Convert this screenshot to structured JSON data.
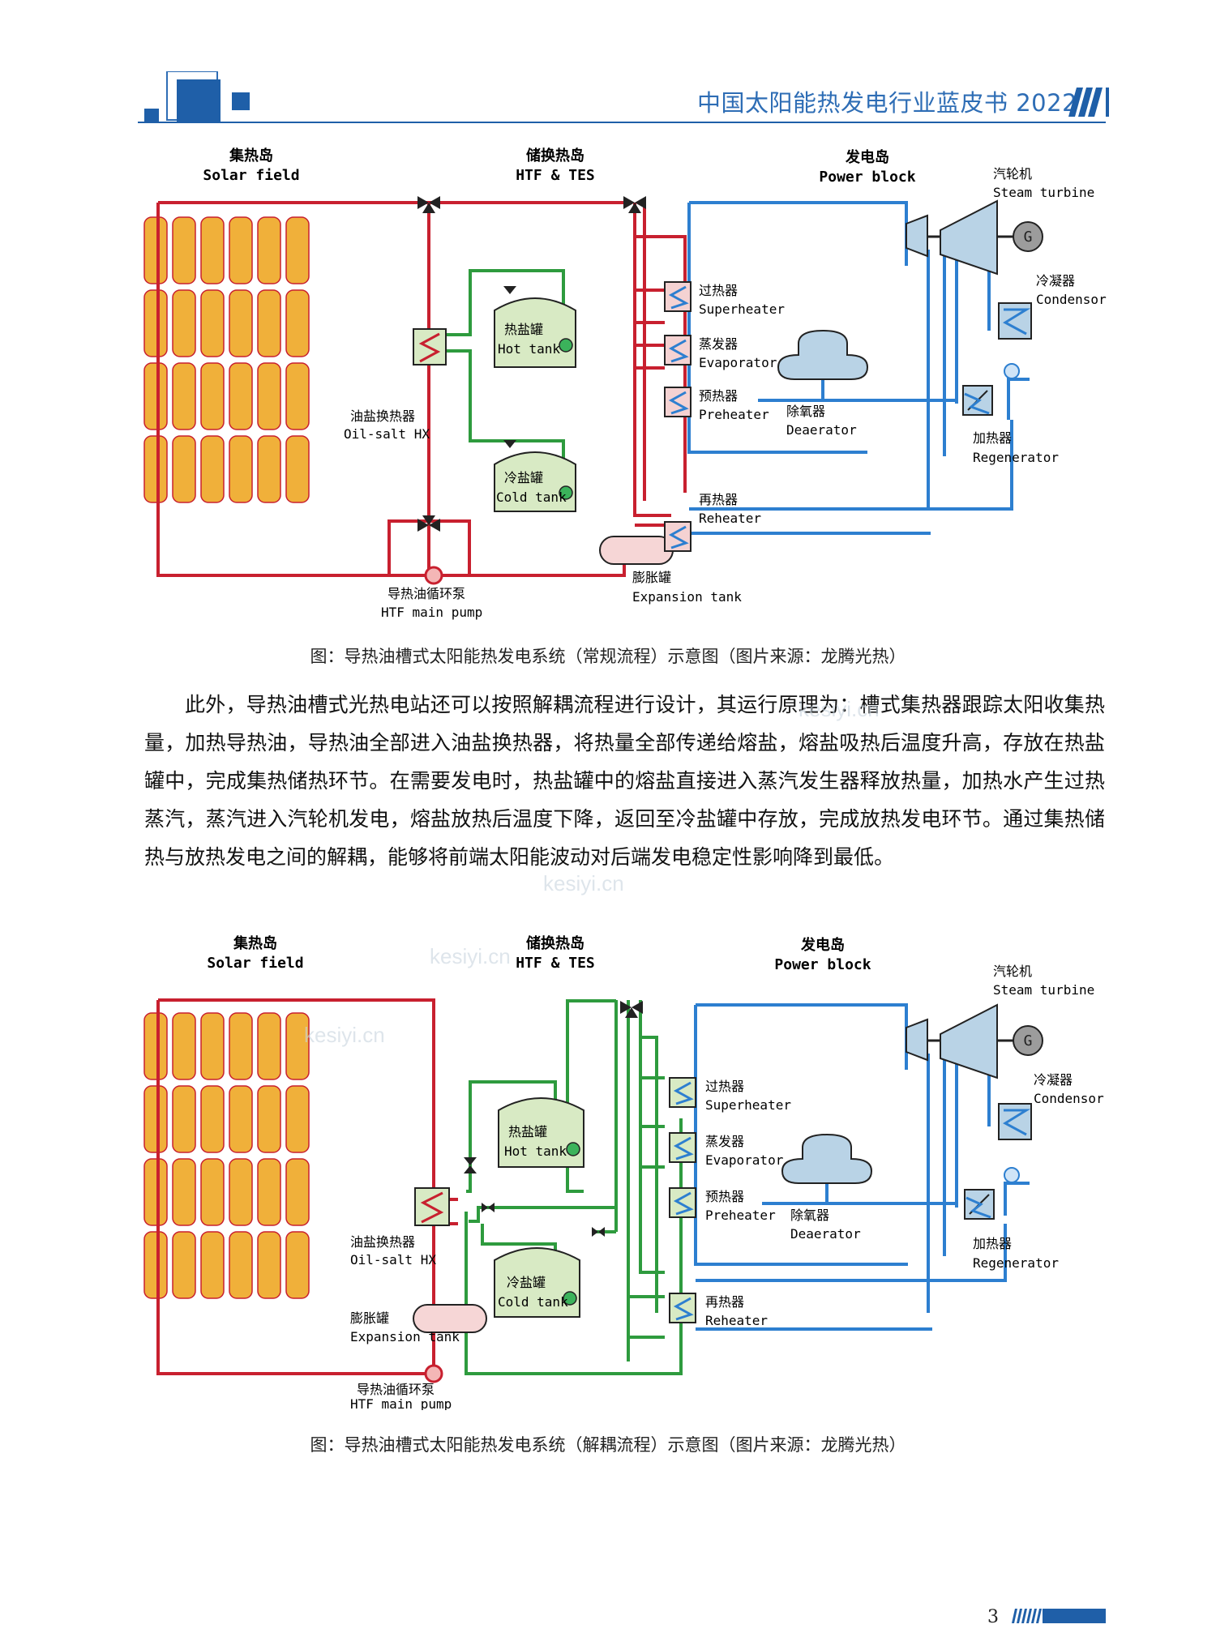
{
  "header": {
    "title": "中国太阳能热发电行业蓝皮书 2022"
  },
  "diagram1": {
    "solar_field_cn": "集热岛",
    "solar_field_en": "Solar field",
    "htf_cn": "储换热岛",
    "htf_en": "HTF & TES",
    "power_cn": "发电岛",
    "power_en": "Power block",
    "turbine_cn": "汽轮机",
    "turbine_en": "Steam turbine",
    "generator": "G",
    "superheater_cn": "过热器",
    "superheater_en": "Superheater",
    "evaporator_cn": "蒸发器",
    "evaporator_en": "Evaporator",
    "preheater_cn": "预热器",
    "preheater_en": "Preheater",
    "condenser_cn": "冷凝器",
    "condenser_en": "Condensor",
    "deaerator_cn": "除氧器",
    "deaerator_en": "Deaerator",
    "regenerator_cn": "加热器",
    "regenerator_en": "Regenerator",
    "reheater_cn": "再热器",
    "reheater_en": "Reheater",
    "hot_tank_cn": "热盐罐",
    "hot_tank_en": "Hot tank",
    "cold_tank_cn": "冷盐罐",
    "cold_tank_en": "Cold tank",
    "hx_cn": "油盐换热器",
    "hx_en": "Oil-salt HX",
    "pump_cn": "导热油循环泵",
    "pump_en": "HTF main pump",
    "expansion_cn": "膨胀罐",
    "expansion_en": "Expansion tank",
    "caption": "图：导热油槽式太阳能热发电系统（常规流程）示意图（图片来源：龙腾光热）"
  },
  "body_text": "此外，导热油槽式光热电站还可以按照解耦流程进行设计，其运行原理为：槽式集热器跟踪太阳收集热量，加热导热油，导热油全部进入油盐换热器，将热量全部传递给熔盐，熔盐吸热后温度升高，存放在热盐罐中，完成集热储热环节。在需要发电时，热盐罐中的熔盐直接进入蒸汽发生器释放热量，加热水产生过热蒸汽，蒸汽进入汽轮机发电，熔盐放热后温度下降，返回至冷盐罐中存放，完成放热发电环节。通过集热储热与放热发电之间的解耦，能够将前端太阳能波动对后端发电稳定性影响降到最低。",
  "diagram2": {
    "solar_field_cn": "集热岛",
    "solar_field_en": "Solar field",
    "htf_cn": "储换热岛",
    "htf_en": "HTF & TES",
    "power_cn": "发电岛",
    "power_en": "Power block",
    "turbine_cn": "汽轮机",
    "turbine_en": "Steam turbine",
    "generator": "G",
    "superheater_cn": "过热器",
    "superheater_en": "Superheater",
    "evaporator_cn": "蒸发器",
    "evaporator_en": "Evaporator",
    "preheater_cn": "预热器",
    "preheater_en": "Preheater",
    "condenser_cn": "冷凝器",
    "condenser_en": "Condensor",
    "deaerator_cn": "除氧器",
    "deaerator_en": "Deaerator",
    "regenerator_cn": "加热器",
    "regenerator_en": "Regenerator",
    "reheater_cn": "再热器",
    "reheater_en": "Reheater",
    "hot_tank_cn": "热盐罐",
    "hot_tank_en": "Hot tank",
    "cold_tank_cn": "冷盐罐",
    "cold_tank_en": "Cold tank",
    "hx_cn": "油盐换热器",
    "hx_en": "Oil-salt HX",
    "pump_cn": "导热油循环泵",
    "pump_en": "HTF main pump",
    "expansion_cn": "膨胀罐",
    "expansion_en": "Expansion tank",
    "caption": "图：导热油槽式太阳能热发电系统（解耦流程）示意图（图片来源：龙腾光热）"
  },
  "watermark": "kesiyi.cn",
  "footer": {
    "page": "3"
  },
  "colors": {
    "accent": "#1f5fa8",
    "oil": "#c8202f",
    "salt": "#2e9b3e",
    "water": "#2d7fd0",
    "collector": "#f0b03a"
  }
}
